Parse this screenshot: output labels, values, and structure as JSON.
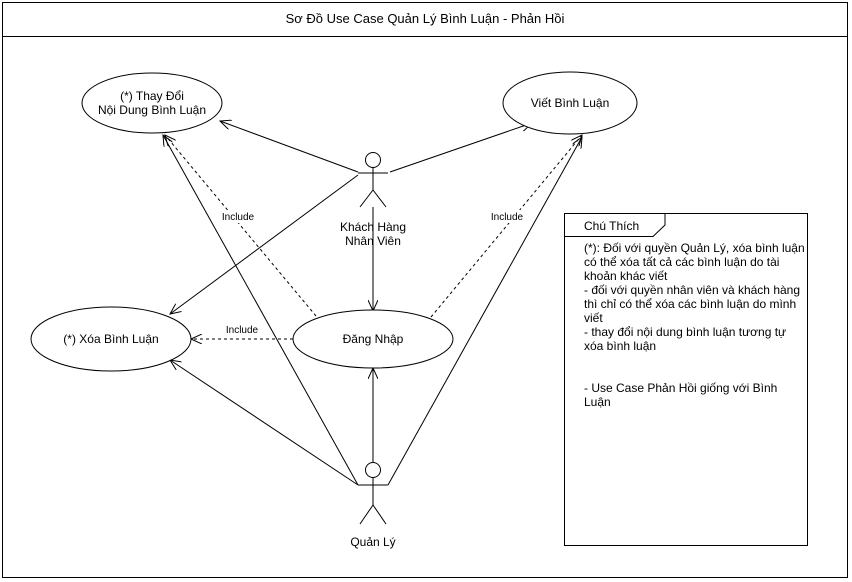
{
  "title": "Sơ Đồ Use Case Quản Lý Bình Luận - Phản Hồi",
  "use_cases": {
    "change_content": [
      "(*) Thay Đổi",
      "Nội Dung Bình Luận"
    ],
    "write_comment": "Viết Bình Luận",
    "delete_comment": "(*) Xóa Bình Luận",
    "login": "Đăng Nhập"
  },
  "actors": {
    "customer_staff": [
      "Khách Hàng",
      "Nhân Viên"
    ],
    "manager": "Quản Lý"
  },
  "relations": {
    "include_label": "Include"
  },
  "note": {
    "title": "Chú Thích",
    "text": "(*): Đối với quyền Quản Lý, xóa bình luận có thể xóa tất cả các bình luận do tài khoản khác viết\n- đối với quyền nhân viên và khách hàng thì chỉ có thể xóa các bình luận do mình viết\n- thay đổi nội dung bình luận tương tự xóa bình luận\n\n\n- Use Case Phản Hồi giống với Bình Luận"
  }
}
